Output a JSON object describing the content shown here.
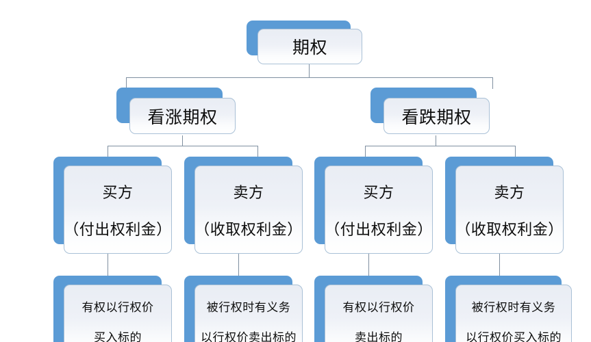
{
  "diagram": {
    "title_text": "期权",
    "theme": {
      "shadow_blue": "#5B9BD5",
      "card_border": "#A9C0D6",
      "card_fill_top": "#E9EDF4",
      "card_fill_bottom": "#FFFFFF",
      "connector": "#7F8FA0",
      "text": "#0D0D0D",
      "background": "#FFFFFF"
    },
    "levels": {
      "root": {
        "label": "期权"
      },
      "level2": [
        {
          "label": "看涨期权"
        },
        {
          "label": "看跌期权"
        }
      ],
      "level3": [
        {
          "line1": "买方",
          "line2": "（付出权利金）"
        },
        {
          "line1": "卖方",
          "line2": "（收取权利金）"
        },
        {
          "line1": "买方",
          "line2": "（付出权利金）"
        },
        {
          "line1": "卖方",
          "line2": "（收取权利金）"
        }
      ],
      "level4": [
        {
          "line1": "有权以行权价",
          "line2": "买入标的"
        },
        {
          "line1": "被行权时有义务",
          "line2": "以行权价卖出标的"
        },
        {
          "line1": "有权以行权价",
          "line2": "卖出标的"
        },
        {
          "line1": "被行权时有义务",
          "line2": "以行权价买入标的"
        }
      ]
    }
  }
}
